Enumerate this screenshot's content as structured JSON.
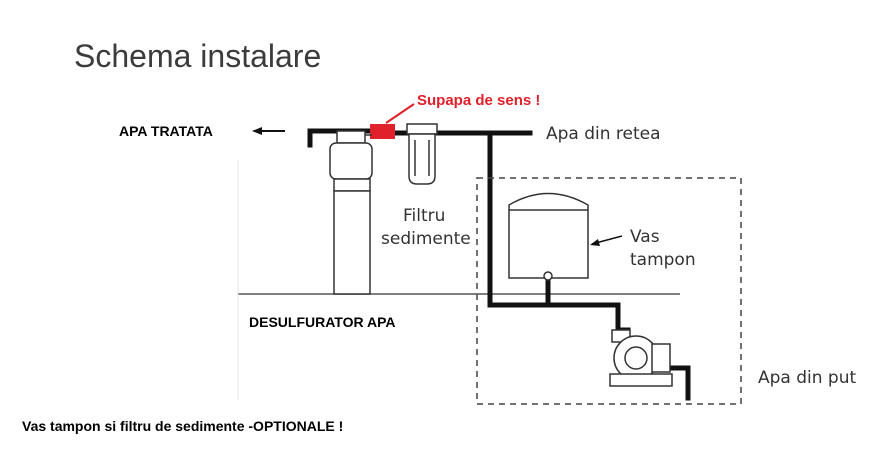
{
  "title": "Schema instalare",
  "labels": {
    "treated_water": "APA TRATATA",
    "check_valve": "Supapa de sens !",
    "mains_water": "Apa din retea",
    "filter_line1": "Filtru",
    "filter_line2": "sedimente",
    "buffer_line1": "Vas",
    "buffer_line2": "tampon",
    "desulfurator": "DESULFURATOR APA",
    "well_water": "Apa din put",
    "note": "Vas tampon si filtru de sedimente -OPTIONALE !"
  },
  "colors": {
    "valve": "#e0202a",
    "valve_label": "#e0202a",
    "pipe": "#111111",
    "title": "#3c3c3c"
  },
  "icons": [
    "arrow-left-icon",
    "check-valve-icon",
    "pump-icon",
    "tank-icon",
    "filter-icon",
    "desulfurator-icon"
  ]
}
